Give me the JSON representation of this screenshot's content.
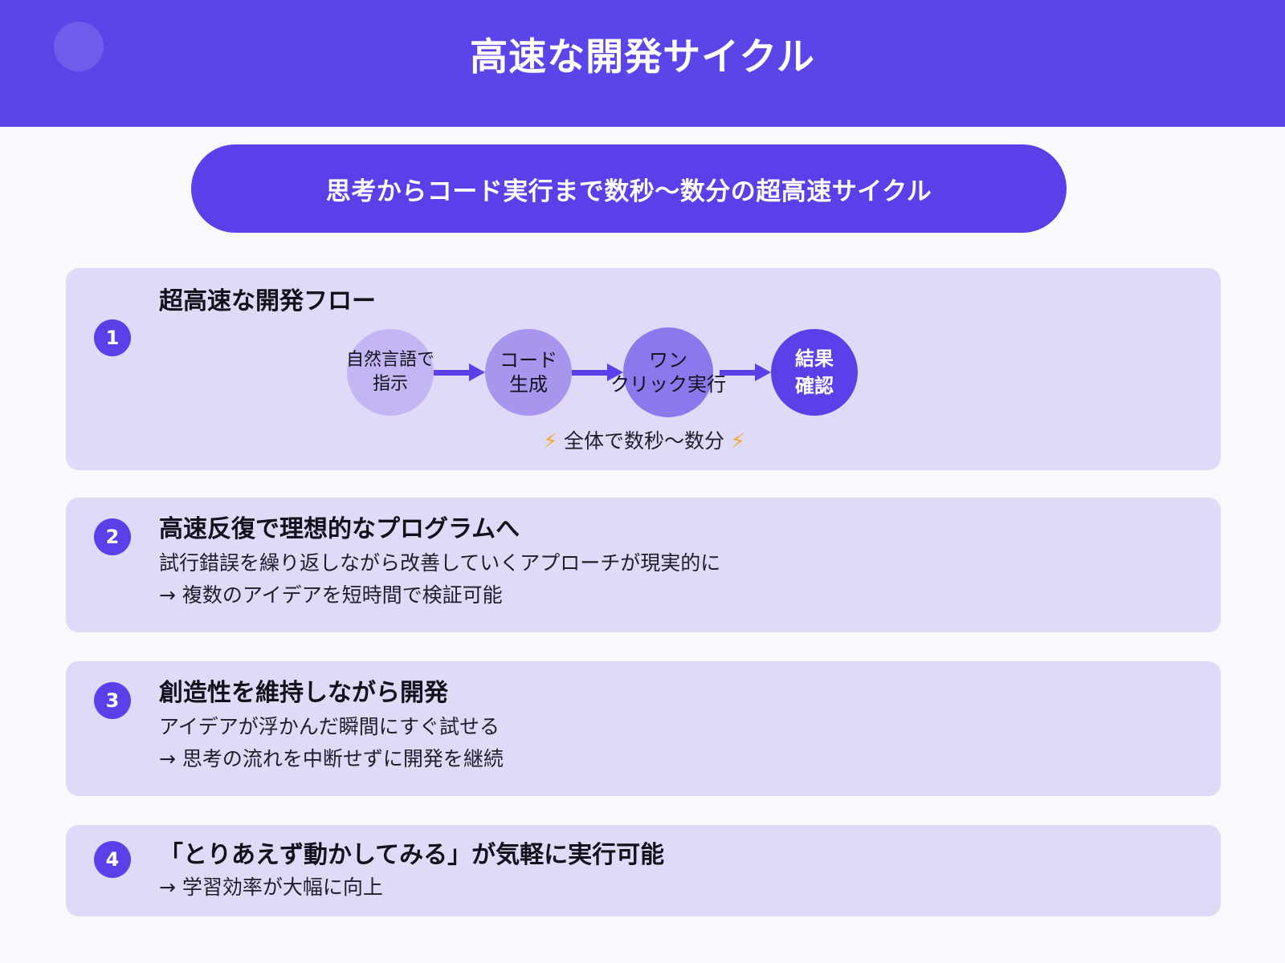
{
  "header": {
    "title": "高速な開発サイクル",
    "background_color": "#5b45e8",
    "decor_icon": "decorative-circle"
  },
  "subtitle": {
    "text": "思考からコード実行まで数秒〜数分の超高速サイクル",
    "background_color": "#5b3fe8"
  },
  "cards": [
    {
      "number": "1",
      "title": "超高速な開発フロー",
      "flow": {
        "nodes": [
          {
            "line1": "自然言語で",
            "line2": "指示",
            "color": "#c3b6f2"
          },
          {
            "line1": "コード",
            "line2": "生成",
            "color": "#a795ee"
          },
          {
            "line1": "ワン",
            "line2": "クリック実行",
            "color": "#8b78ec"
          },
          {
            "line1": "結果",
            "line2": "確認",
            "color": "#5b3fe8"
          }
        ],
        "arrow_icon": "arrow-right-icon",
        "caption": "全体で数秒〜数分",
        "caption_icon": "lightning-bolt-icon",
        "caption_glyph": "⚡"
      }
    },
    {
      "number": "2",
      "title": "高速反復で理想的なプログラムへ",
      "body_line1": "試行錯誤を繰り返しながら改善していくアプローチが現実的に",
      "body_line2": "→ 複数のアイデアを短時間で検証可能"
    },
    {
      "number": "3",
      "title": "創造性を維持しながら開発",
      "body_line1": "アイデアが浮かんだ瞬間にすぐ試せる",
      "body_line2": "→ 思考の流れを中断せずに開発を継続"
    },
    {
      "number": "4",
      "title": "「とりあえず動かしてみる」が気軽に実行可能",
      "body_line1": "→ 学習効率が大幅に向上"
    }
  ],
  "colors": {
    "accent": "#5b3fe8",
    "header": "#5b45e8",
    "card_background": "#dedaf7",
    "page_background": "#f9f8fd"
  }
}
